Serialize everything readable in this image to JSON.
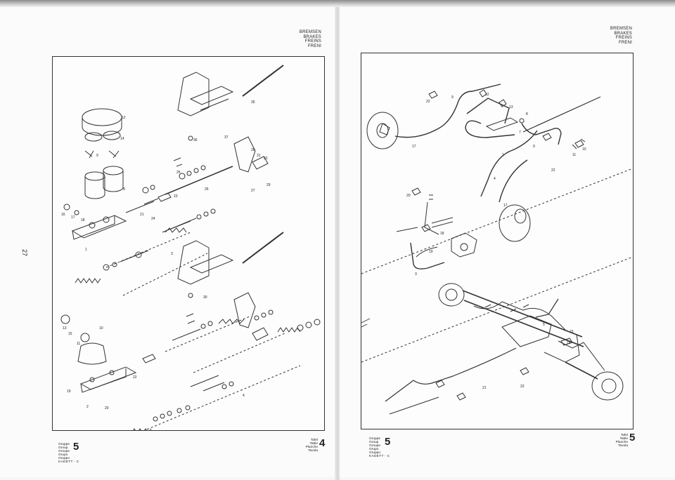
{
  "section_title": [
    "BREMSEN",
    "BRAKES",
    "FREINS",
    "FRENI"
  ],
  "page_number": "27",
  "group": {
    "labels": [
      "Gruppe",
      "Group",
      "Groupe",
      "Grupo",
      "Gruppo"
    ],
    "model": "KADETT - C",
    "left_number": "5",
    "right_number": "5"
  },
  "table": {
    "labels": [
      "Tafel",
      "Table",
      "Planche",
      "Tavola"
    ],
    "left_number": "4",
    "right_number": "5"
  },
  "left_callouts": [
    "12",
    "14",
    "9",
    "8",
    "16",
    "17",
    "18",
    "1",
    "21",
    "24",
    "23",
    "25",
    "26",
    "36",
    "35",
    "37",
    "28",
    "31",
    "32",
    "27",
    "29",
    "30",
    "3",
    "10",
    "19",
    "20",
    "13",
    "15",
    "11",
    "22",
    "2",
    "4"
  ],
  "right_callouts": [
    "22",
    "9",
    "12",
    "13",
    "8",
    "17",
    "7",
    "9",
    "1",
    "11",
    "10",
    "22",
    "4",
    "17",
    "20",
    "18",
    "19",
    "3",
    "16",
    "15",
    "21",
    "22",
    "5"
  ]
}
